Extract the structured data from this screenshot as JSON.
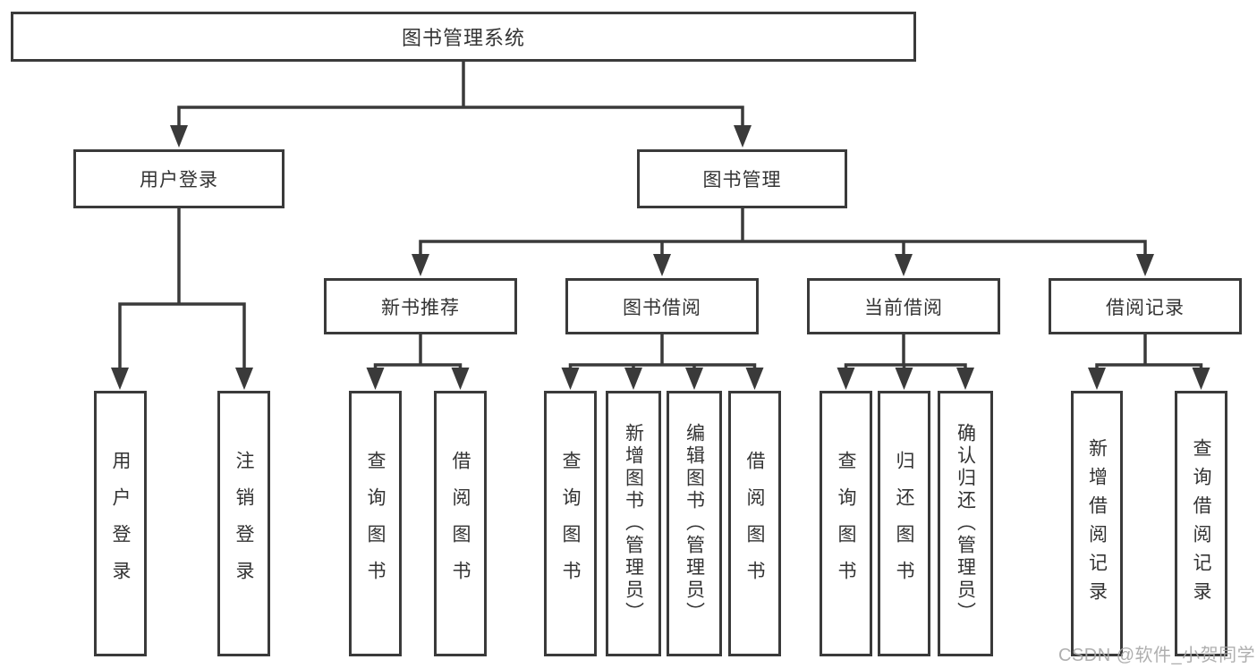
{
  "tree": {
    "root_label": "图书管理系统",
    "branches": [
      {
        "label": "用户登录",
        "children": [
          {
            "label": "用户登录"
          },
          {
            "label": "注销登录"
          }
        ]
      },
      {
        "label": "图书管理",
        "children": [
          {
            "label": "新书推荐",
            "children": [
              {
                "label": "查询图书"
              },
              {
                "label": "借阅图书"
              }
            ]
          },
          {
            "label": "图书借阅",
            "children": [
              {
                "label": "查询图书"
              },
              {
                "label": "新增图书（管理员）"
              },
              {
                "label": "编辑图书（管理员）"
              },
              {
                "label": "借阅图书"
              }
            ]
          },
          {
            "label": "当前借阅",
            "children": [
              {
                "label": "查询图书"
              },
              {
                "label": "归还图书"
              },
              {
                "label": "确认归还（管理员）"
              }
            ]
          },
          {
            "label": "借阅记录",
            "children": [
              {
                "label": "新增借阅记录"
              },
              {
                "label": "查询借阅记录"
              }
            ]
          }
        ]
      }
    ]
  },
  "watermark": {
    "text": "CSDN @软件_小贺同学"
  },
  "colors": {
    "line": "#3a3a3a",
    "text": "#333333",
    "watermark": "#a8a8a8",
    "background": "#ffffff"
  }
}
